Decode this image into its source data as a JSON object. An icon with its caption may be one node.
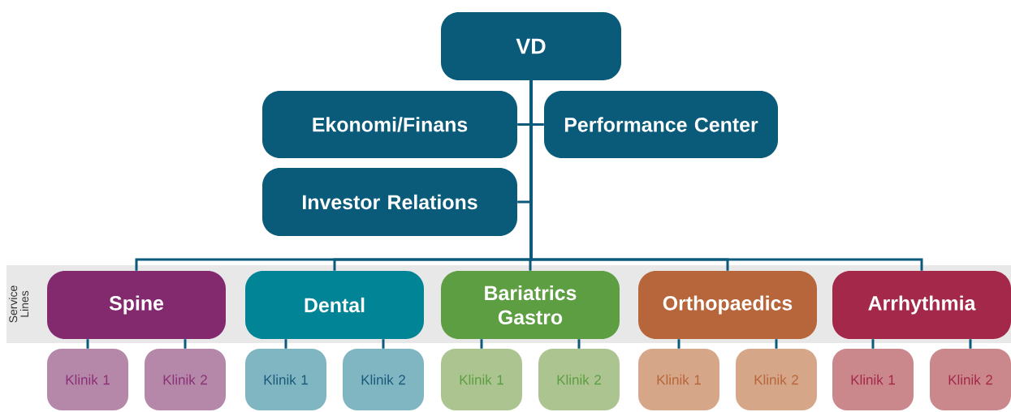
{
  "diagram": {
    "nodes": [
      {
        "text": [
          "VD"
        ]
      },
      {
        "text": [
          "Ekonomi/Finans"
        ]
      },
      {
        "text": [
          "Performance Center"
        ]
      },
      {
        "text": [
          "Investor Relations"
        ]
      },
      {
        "text": [
          "Spine"
        ]
      },
      {
        "text": [
          "Dental"
        ]
      },
      {
        "text": [
          "Bariatrics Gastro"
        ]
      },
      {
        "text": [
          "Orthopaedics"
        ]
      },
      {
        "text": [
          "Arrhythmia"
        ]
      },
      {
        "text": [
          "Klinik 1"
        ]
      },
      {
        "text": [
          "Klinik 2"
        ]
      },
      {
        "text": [
          "Klinik 1"
        ]
      },
      {
        "text": [
          "Klinik 2"
        ]
      },
      {
        "text": [
          "Klinik 1"
        ]
      },
      {
        "text": [
          "Klinik 2"
        ]
      },
      {
        "text": [
          "Klinik 1"
        ]
      },
      {
        "text": [
          "Klinik 2"
        ]
      },
      {
        "text": [
          "Klinik 1"
        ]
      },
      {
        "text": [
          "Klinik 2"
        ]
      }
    ],
    "edges": [
      {
        "from": 0,
        "to": 1,
        "arrow": "none"
      },
      {
        "from": 0,
        "to": 2,
        "arrow": "none"
      },
      {
        "from": 0,
        "to": 3,
        "arrow": "none"
      },
      {
        "from": 0,
        "to": 4,
        "arrow": "none"
      },
      {
        "from": 0,
        "to": 5,
        "arrow": "none"
      },
      {
        "from": 0,
        "to": 6,
        "arrow": "none"
      },
      {
        "from": 0,
        "to": 7,
        "arrow": "none"
      },
      {
        "from": 0,
        "to": 8,
        "arrow": "none"
      },
      {
        "from": 4,
        "to": 9,
        "arrow": "none"
      },
      {
        "from": 4,
        "to": 10,
        "arrow": "none"
      },
      {
        "from": 5,
        "to": 11,
        "arrow": "none"
      },
      {
        "from": 5,
        "to": 12,
        "arrow": "none"
      },
      {
        "from": 6,
        "to": 13,
        "arrow": "none"
      },
      {
        "from": 6,
        "to": 14,
        "arrow": "none"
      },
      {
        "from": 7,
        "to": 15,
        "arrow": "none"
      },
      {
        "from": 7,
        "to": 16,
        "arrow": "none"
      },
      {
        "from": 8,
        "to": 17,
        "arrow": "none"
      },
      {
        "from": 8,
        "to": 18,
        "arrow": "none"
      }
    ],
    "labels": [
      "Service Lines"
    ]
  }
}
